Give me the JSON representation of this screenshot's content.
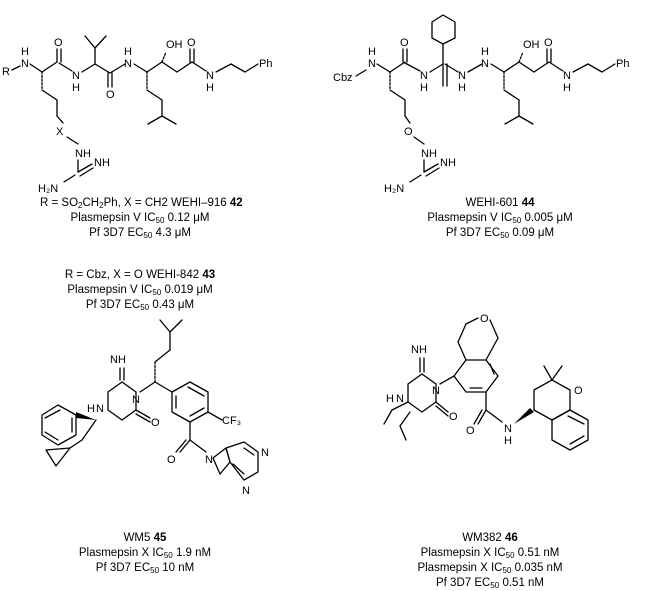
{
  "compounds": [
    {
      "id": "42",
      "R": "SO2CH2Ph",
      "X": "CH2",
      "name": "WEHI–916",
      "activities": [
        {
          "target": "Plasmepsin V",
          "metric": "IC",
          "sub": "50",
          "value": "0.12 μM"
        },
        {
          "target": "Pf 3D7",
          "metric": "EC",
          "sub": "50",
          "value": "4.3 μM"
        }
      ]
    },
    {
      "id": "43",
      "R": "Cbz",
      "X": "O",
      "name": "WEHI-842",
      "activities": [
        {
          "target": "Plasmepsin V",
          "metric": "IC",
          "sub": "50",
          "value": "0.019 μM"
        },
        {
          "target": "Pf 3D7",
          "metric": "EC",
          "sub": "50",
          "value": "0.43 μM"
        }
      ]
    },
    {
      "id": "44",
      "name": "WEHI-601",
      "activities": [
        {
          "target": "Plasmepsin V",
          "metric": "IC",
          "sub": "50",
          "value": "0.005 μM"
        },
        {
          "target": "Pf 3D7",
          "metric": "EC",
          "sub": "50",
          "value": "0.09 μM"
        }
      ]
    },
    {
      "id": "45",
      "name": "WM5",
      "activities": [
        {
          "target": "Plasmepsin X",
          "metric": "IC",
          "sub": "50",
          "value": "1.9 nM"
        },
        {
          "target": "Pf 3D7",
          "metric": "EC",
          "sub": "50",
          "value": "10 nM"
        }
      ]
    },
    {
      "id": "46",
      "name": "WM382",
      "activities": [
        {
          "target": "Plasmepsin X",
          "metric": "IC",
          "sub": "50",
          "value": "0.51 nM"
        },
        {
          "target": "Plasmepsin X",
          "metric": "IC",
          "sub": "50",
          "value": "0.035 nM"
        },
        {
          "target": "Pf 3D7",
          "metric": "EC",
          "sub": "50",
          "value": "0.51 nM"
        }
      ]
    }
  ],
  "atom_labels": {
    "R": "R",
    "N": "N",
    "H": "H",
    "O": "O",
    "OH": "OH",
    "Ph": "Ph",
    "X": "X",
    "NH": "NH",
    "H2N": "H₂N",
    "Cbz": "Cbz",
    "CF3": "CF₃"
  }
}
